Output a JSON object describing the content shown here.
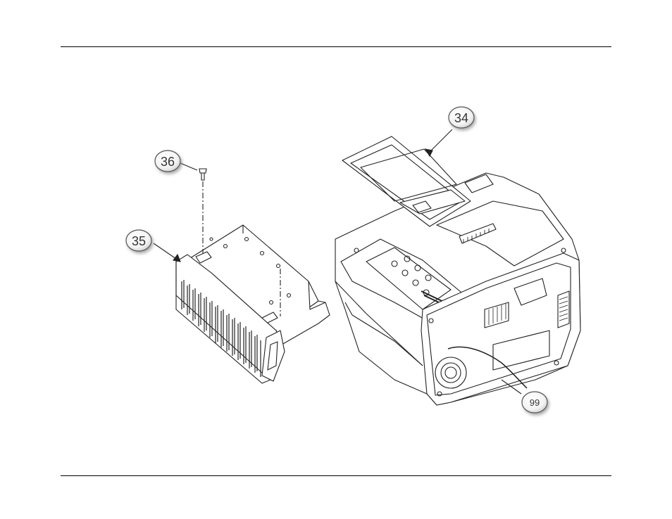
{
  "figure": {
    "callouts": [
      {
        "id": "callout-34",
        "label": "34"
      },
      {
        "id": "callout-35",
        "label": "35"
      },
      {
        "id": "callout-36",
        "label": "36"
      },
      {
        "id": "callout-99",
        "label": "99"
      }
    ]
  }
}
